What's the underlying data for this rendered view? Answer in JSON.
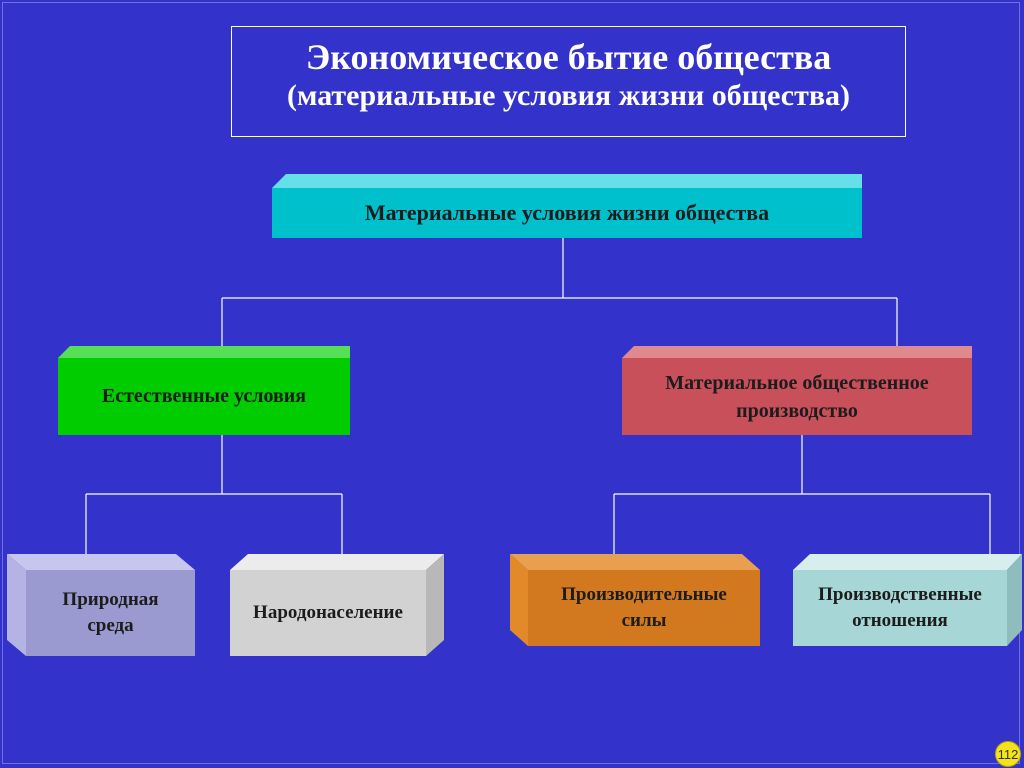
{
  "title": {
    "main": "Экономическое бытие общества",
    "sub": "(материальные условия жизни общества)"
  },
  "nodes": {
    "root": "Материальные условия жизни общества",
    "natural_conditions": "Естественные условия",
    "material_production": "Материальное общественное производство",
    "natural_environment": "Природная среда",
    "population": "Народонаселение",
    "productive_forces": "Производительные силы",
    "production_relations": "Производственные отношения"
  },
  "colors": {
    "background": "#3333cc",
    "root": "#00c0cc",
    "natural_conditions": "#00cc00",
    "material_production": "#c8505a",
    "natural_environment": "#9a9ad0",
    "population": "#d2d2d2",
    "productive_forces": "#d2781e",
    "production_relations": "#a6d6d6"
  },
  "page_number": "112"
}
